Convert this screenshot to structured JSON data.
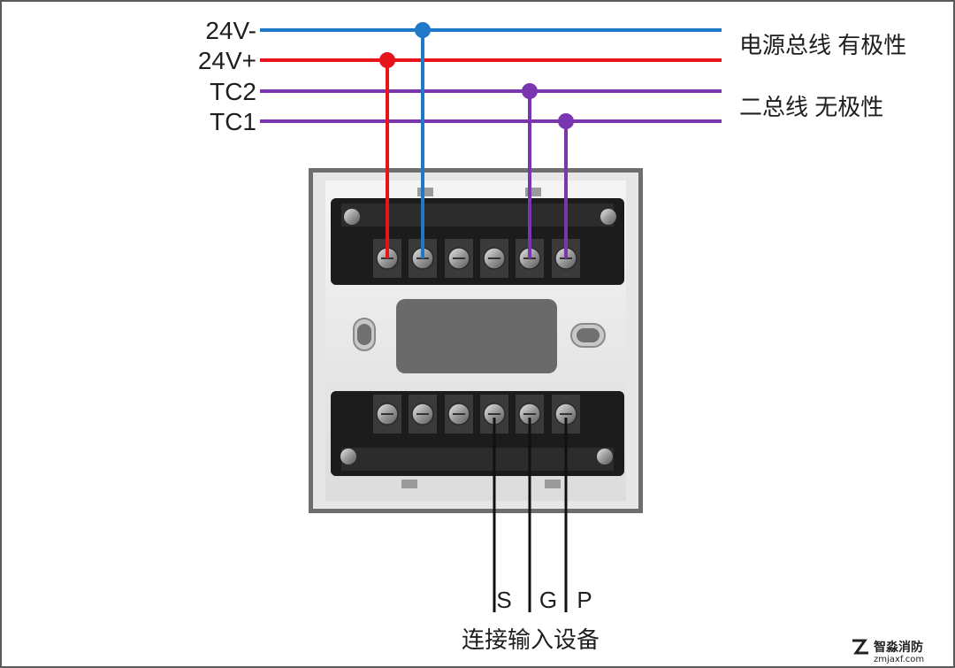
{
  "wires": {
    "v24_minus": {
      "label": "24V-",
      "color": "#1f78c8"
    },
    "v24_plus": {
      "label": "24V+",
      "color": "#e8141b"
    },
    "tc2": {
      "label": "TC2",
      "color": "#7a35b0"
    },
    "tc1": {
      "label": "TC1",
      "color": "#7a35b0"
    }
  },
  "groups": {
    "power_bus": "电源总线 有极性",
    "two_bus": "二总线 无极性"
  },
  "outputs": {
    "s": "S",
    "g": "G",
    "p": "P",
    "caption": "连接输入设备"
  },
  "watermark": {
    "name": "智淼消防",
    "site": "zmjaxf.com"
  },
  "colors": {
    "output_wire": "#111111",
    "module_frame": "#6e6e6e",
    "terminal_block": "#1c1c1c"
  }
}
